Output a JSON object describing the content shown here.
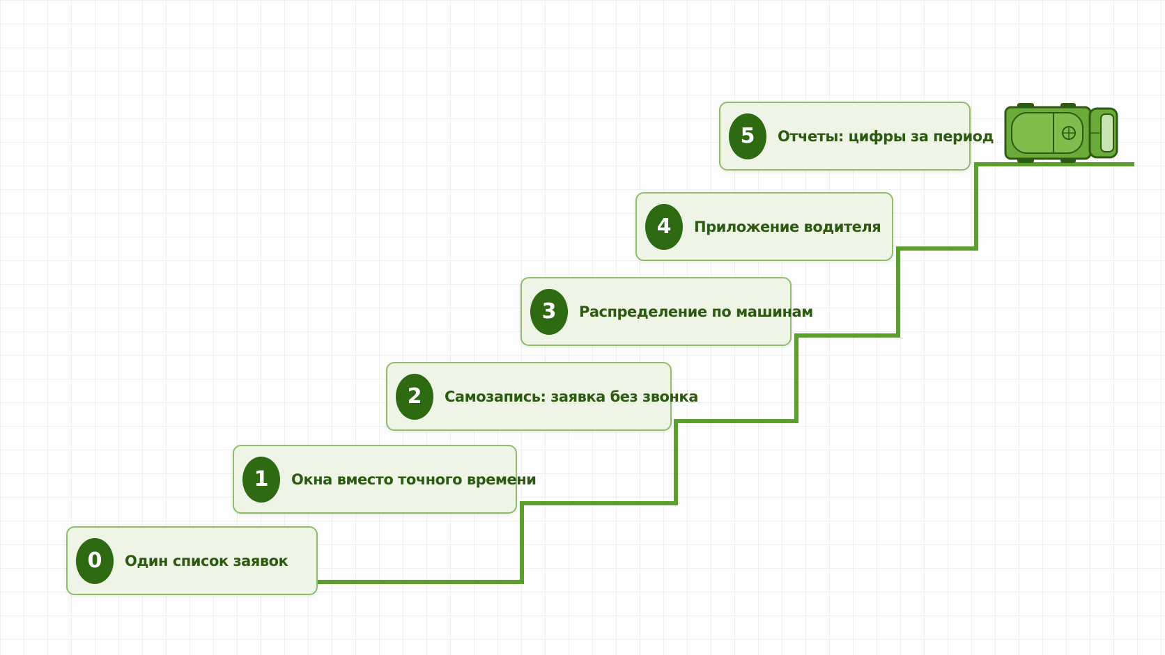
{
  "steps": [
    {
      "number": "0",
      "label": "Один список заявок"
    },
    {
      "number": "1",
      "label": "Окна вместо точного времени"
    },
    {
      "number": "2",
      "label": "Самозапись: заявка без звонка"
    },
    {
      "number": "3",
      "label": "Распределение по машинам"
    },
    {
      "number": "4",
      "label": "Приложение водителя"
    },
    {
      "number": "5",
      "label": "Отчеты: цифры за период"
    }
  ],
  "icons": {
    "vehicle": "truck-icon"
  },
  "colors": {
    "accent": "#5a9e2c",
    "badge": "#2e6a12",
    "card_background": "#eef5e6",
    "card_border": "#8cbc6c",
    "text": "#2b5a10"
  }
}
